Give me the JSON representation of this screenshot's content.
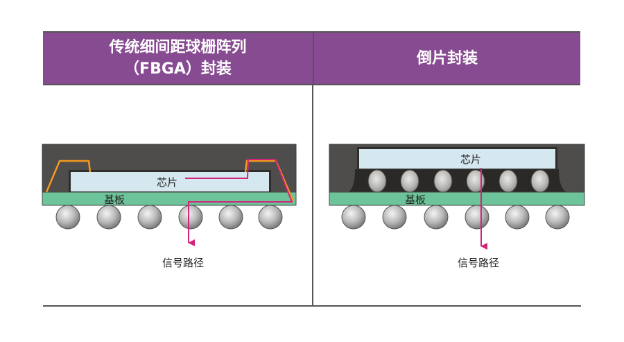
{
  "columns": [
    {
      "title_lines": [
        "传统细间距球栅阵列",
        "（FBGA）封装"
      ],
      "chip_label": "芯片",
      "substrate_label": "基板",
      "signal_label": "信号路径"
    },
    {
      "title_lines": [
        "倒片封装"
      ],
      "chip_label": "芯片",
      "substrate_label": "基板",
      "signal_label": "信号路径"
    }
  ],
  "colors": {
    "header_bg": "#874b91",
    "header_text": "#ffffff",
    "mold": "#4a4846",
    "chip": "#d5e7ef",
    "substrate": "#6dc39a",
    "wire": "#f39a1f",
    "signal_path": "#d4237a",
    "solder_ball": "#a9a9a9"
  }
}
